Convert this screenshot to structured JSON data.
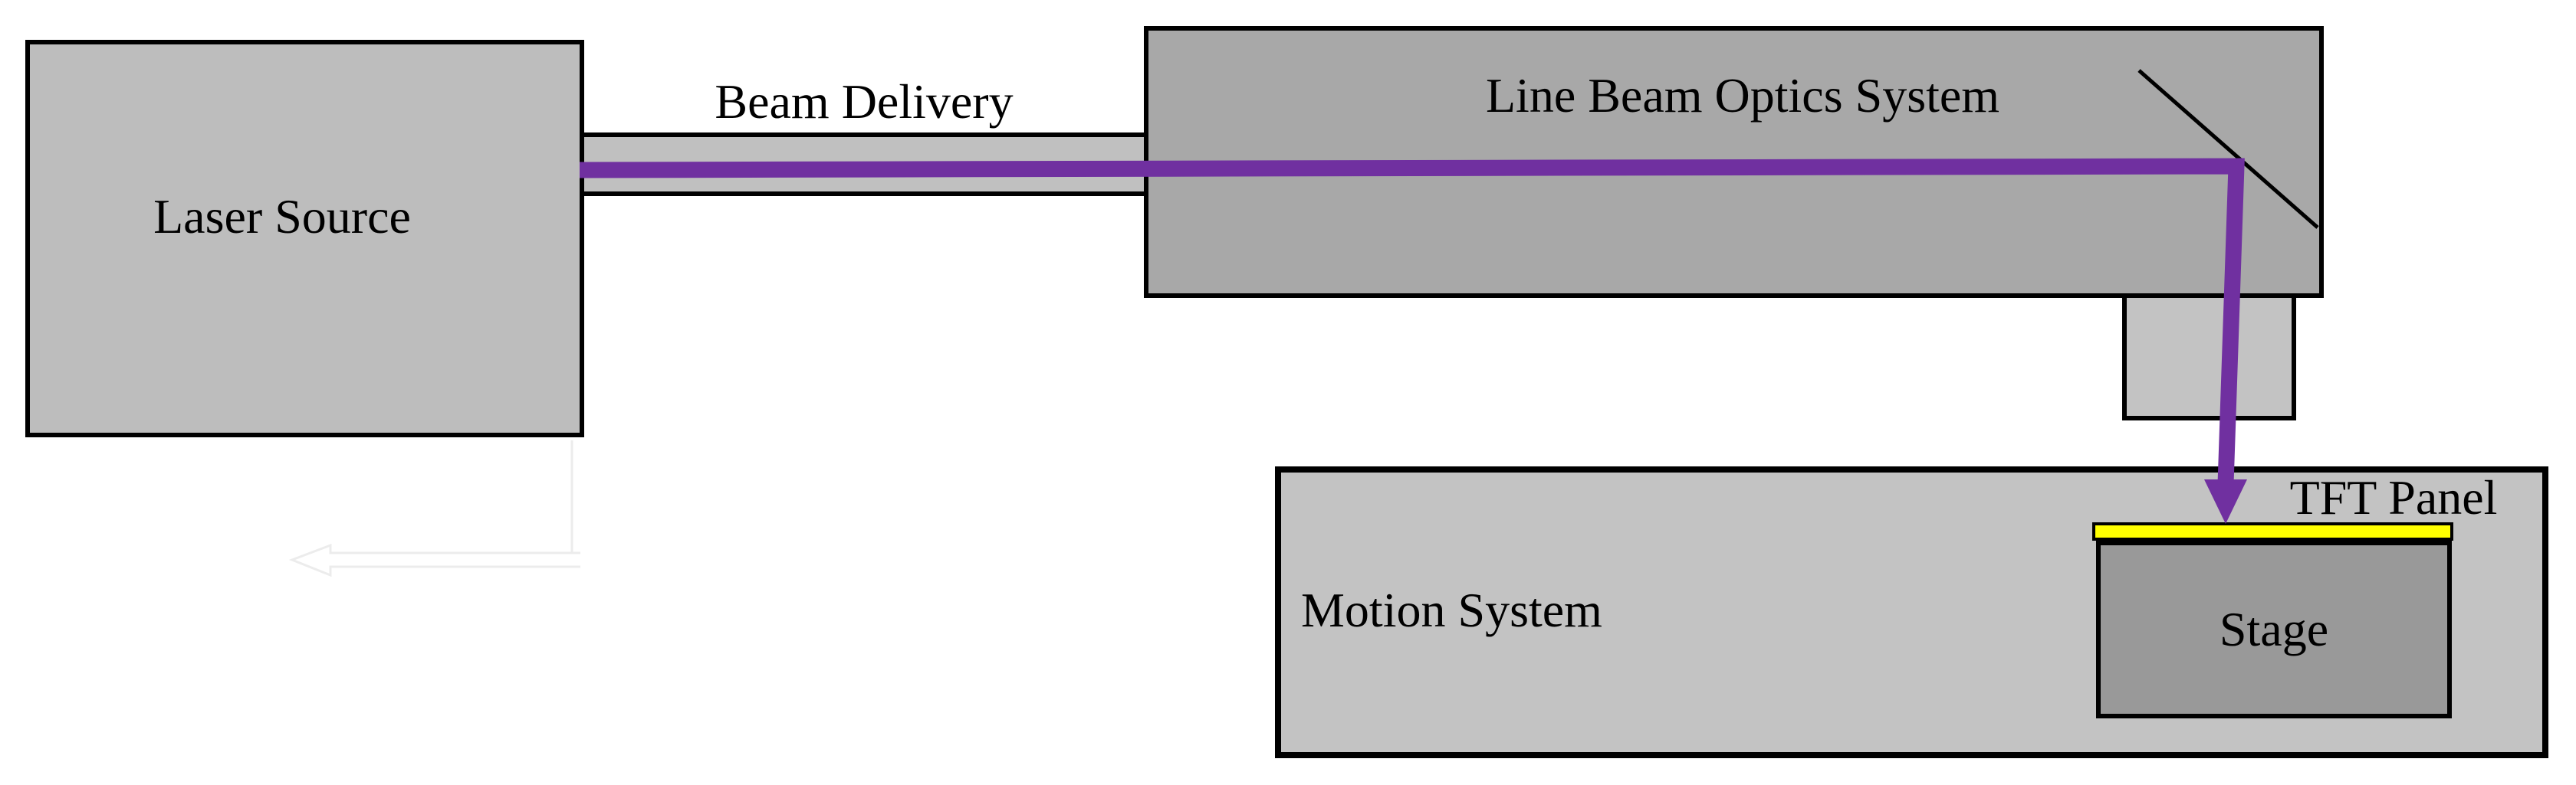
{
  "diagram": {
    "title_context": "Line beam laser annealing system block diagram",
    "labels": {
      "laser_source": "Laser Source",
      "beam_delivery": "Beam Delivery",
      "line_beam_optics": "Line Beam Optics System",
      "motion_system": "Motion System",
      "stage": "Stage",
      "tft_panel": "TFT Panel"
    },
    "colors": {
      "laser_box_fill": "#bdbdbd",
      "tube_fill": "#c0c0c0",
      "optics_box_fill": "#a8a8a8",
      "connector_fill": "#c3c3c3",
      "motion_box_fill": "#c3c3c3",
      "stage_fill": "#999999",
      "tft_panel_fill": "#ffff00",
      "beam": "#7030a0",
      "outline": "#000000",
      "ghost": "#ececec",
      "background": "#ffffff"
    }
  }
}
